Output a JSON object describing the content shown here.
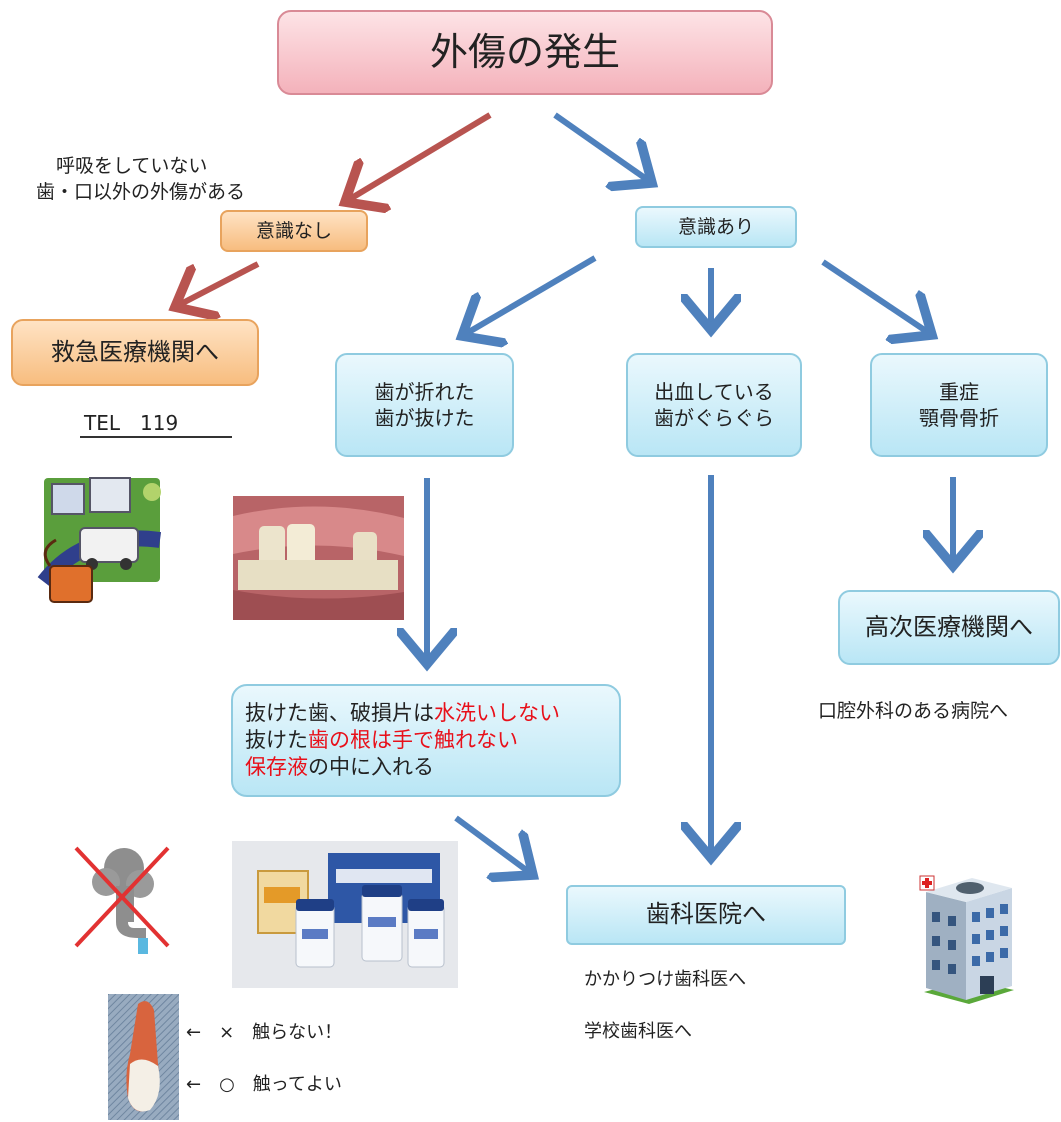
{
  "title": "外傷の発生",
  "left_branch": {
    "condition_line1": "呼吸をしていない",
    "condition_line2": "歯・口以外の外傷がある",
    "node": "意識なし",
    "destination": "救急医療機関へ",
    "tel": "TEL　119"
  },
  "right_branch": {
    "node": "意識あり",
    "cases": [
      {
        "line1": "歯が折れた",
        "line2": "歯が抜けた"
      },
      {
        "line1": "出血している",
        "line2": "歯がぐらぐら"
      },
      {
        "line1": "重症",
        "line2": "顎骨骨折"
      }
    ]
  },
  "instructions": {
    "l1_a": "抜けた歯、破損片は",
    "l1_b": "水洗いしない",
    "l2_a": "抜けた",
    "l2_b": "歯の根は手で触れない",
    "l3_a": "保存液",
    "l3_b": "の中に入れる"
  },
  "higher_care": {
    "label": "高次医療機関へ",
    "note": "口腔外科のある病院へ"
  },
  "dental_clinic": {
    "label": "歯科医院へ",
    "note1": "かかりつけ歯科医へ",
    "note2": "学校歯科医へ"
  },
  "tooth_notes": {
    "dont_touch": "←　×　触らない！",
    "ok_touch": "←　○　触ってよい"
  },
  "colors": {
    "red_arrow": "#b85450",
    "blue_arrow": "#4f81bd",
    "highlight": "#e8101a"
  }
}
